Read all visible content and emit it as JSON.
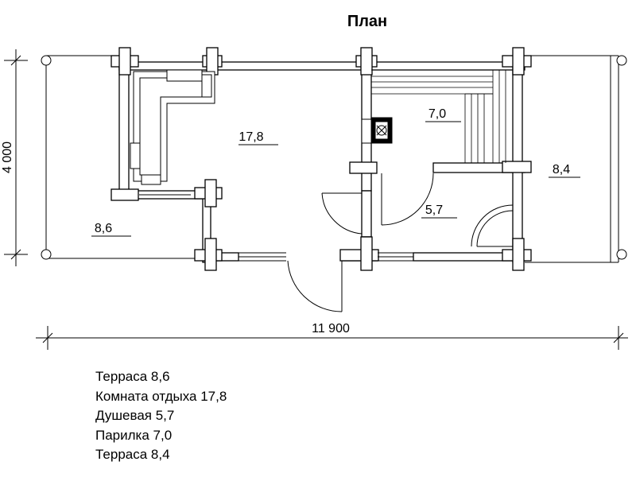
{
  "title": "План",
  "rooms": [
    {
      "id": "living",
      "area": "17,8"
    },
    {
      "id": "steam",
      "area": "7,0"
    },
    {
      "id": "terrace-right",
      "area": "8,4"
    },
    {
      "id": "shower",
      "area": "5,7"
    },
    {
      "id": "terrace-left",
      "area": "8,6"
    }
  ],
  "dimensions": {
    "width": "11 900",
    "depth": "4 000"
  },
  "legend": [
    "Терраса 8,6",
    "Комната отдыха  17,8",
    "Душевая 5,7",
    "Парилка 7,0",
    "Терраса 8,4"
  ]
}
